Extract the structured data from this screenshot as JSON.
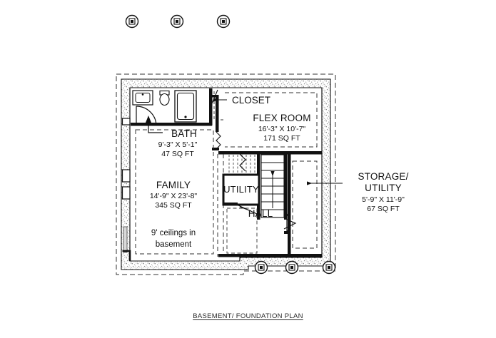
{
  "document": {
    "title": "Basement / Foundation Plan",
    "caption": "BASEMENT/ FOUNDATION PLAN",
    "note": {
      "line1": "9' ceilings in",
      "line2": "basement"
    }
  },
  "rooms": [
    {
      "key": "family",
      "name": "FAMILY",
      "dimensions": "14'-9\" X 23'-8\"",
      "area": "345 SQ FT"
    },
    {
      "key": "flex_room",
      "name": "FLEX ROOM",
      "dimensions": "16'-3\" X 10'-7\"",
      "area": "171 SQ FT"
    },
    {
      "key": "bath",
      "name": "BATH",
      "dimensions": "9'-3\" X 5'-1\"",
      "area": "47 SQ FT"
    },
    {
      "key": "storage_utility",
      "name_line1": "STORAGE/",
      "name_line2": "UTILITY",
      "dimensions": "5'-9\" X 11'-9\"",
      "area": "67 SQ FT"
    },
    {
      "key": "utility",
      "name": "UTILITY"
    },
    {
      "key": "hall",
      "name": "HALL"
    },
    {
      "key": "closet",
      "name": "CLOSET"
    }
  ],
  "markers": {
    "symbol_name": "pier-column-symbol",
    "top_row_count": 3,
    "bottom_row_count": 3
  },
  "colors": {
    "ink": "#111111",
    "wall_hatch": "#8d8d8d",
    "background": "#ffffff",
    "dashed": "#333333"
  }
}
